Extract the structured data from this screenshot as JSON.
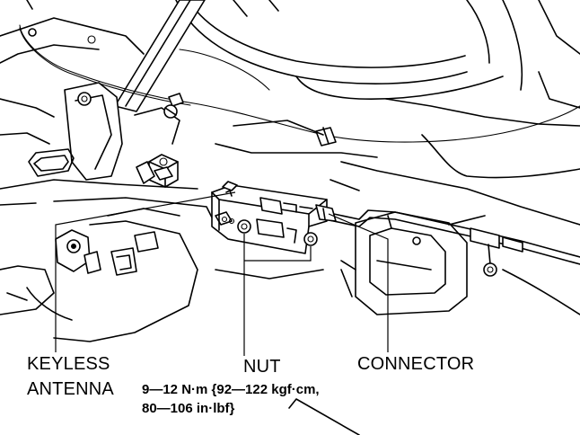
{
  "callouts": {
    "keyless_antenna_line1": "KEYLESS",
    "keyless_antenna_line2": "ANTENNA",
    "nut": "NUT",
    "connector": "CONNECTOR"
  },
  "torque_spec": {
    "line1": "9—12 N·m {92—122 kgf·cm,",
    "line2": "80—106 in·lbf}"
  }
}
